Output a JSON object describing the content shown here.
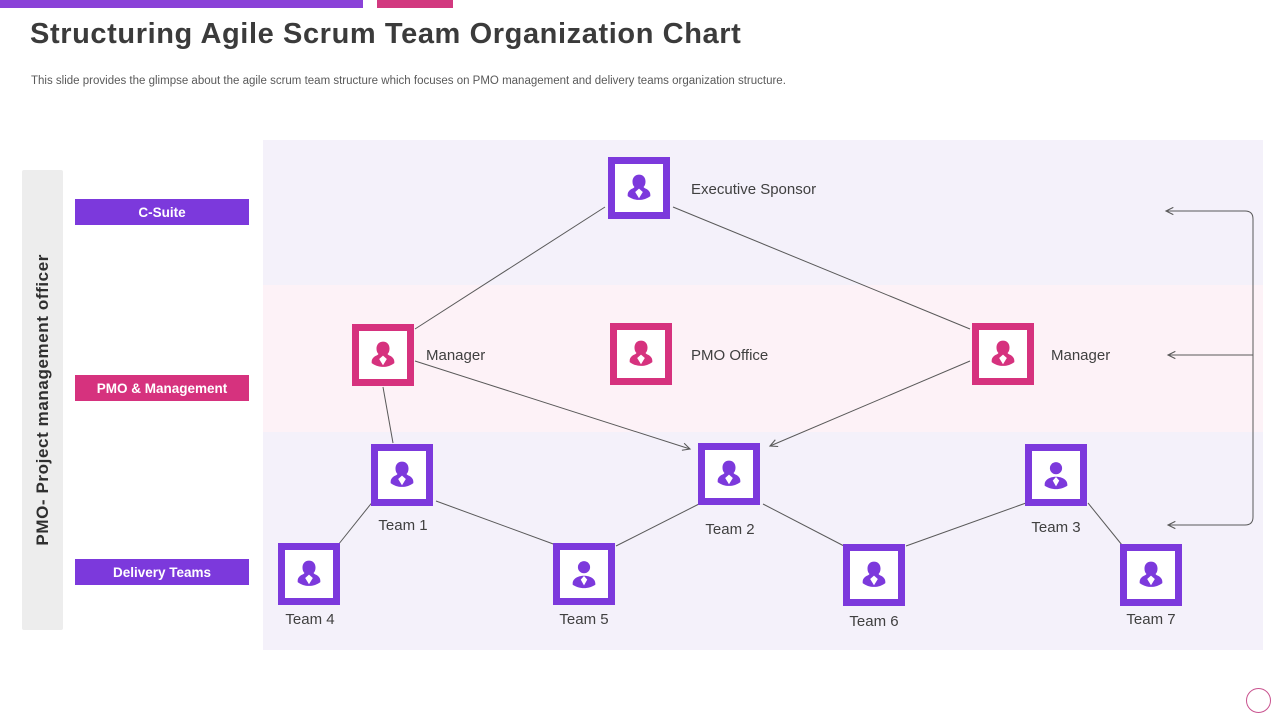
{
  "slide": {
    "title": "Structuring Agile Scrum Team Organization Chart",
    "subtitle": "This slide provides the glimpse about the agile scrum team structure which focuses on PMO management and delivery teams organization structure."
  },
  "sidebar": {
    "label": "PMO- Project management officer"
  },
  "swimlanes": {
    "rows": [
      {
        "label": "C-Suite",
        "color": "#7c39dc"
      },
      {
        "label": "PMO & Management",
        "color": "#d6327e"
      },
      {
        "label": "Delivery Teams",
        "color": "#7c39dc"
      }
    ]
  },
  "diagram": {
    "nodes": [
      {
        "id": "executive-sponsor",
        "label": "Executive Sponsor",
        "icon": "person-female-icon",
        "accent": "#7c39dc",
        "row": "C-Suite"
      },
      {
        "id": "manager-left",
        "label": "Manager",
        "icon": "person-female-icon",
        "accent": "#d6327e",
        "row": "PMO & Management"
      },
      {
        "id": "pmo-office",
        "label": "PMO Office",
        "icon": "person-female-icon",
        "accent": "#d6327e",
        "row": "PMO & Management"
      },
      {
        "id": "manager-right",
        "label": "Manager",
        "icon": "person-female-icon",
        "accent": "#d6327e",
        "row": "PMO & Management"
      },
      {
        "id": "team-1",
        "label": "Team 1",
        "icon": "person-female-icon",
        "accent": "#7c39dc",
        "row": "Delivery Teams"
      },
      {
        "id": "team-2",
        "label": "Team 2",
        "icon": "person-female-icon",
        "accent": "#7c39dc",
        "row": "Delivery Teams"
      },
      {
        "id": "team-3",
        "label": "Team 3",
        "icon": "person-male-icon",
        "accent": "#7c39dc",
        "row": "Delivery Teams"
      },
      {
        "id": "team-4",
        "label": "Team 4",
        "icon": "person-female-icon",
        "accent": "#7c39dc",
        "row": "Delivery Teams"
      },
      {
        "id": "team-5",
        "label": "Team 5",
        "icon": "person-male-icon",
        "accent": "#7c39dc",
        "row": "Delivery Teams"
      },
      {
        "id": "team-6",
        "label": "Team 6",
        "icon": "person-female-icon",
        "accent": "#7c39dc",
        "row": "Delivery Teams"
      },
      {
        "id": "team-7",
        "label": "Team 7",
        "icon": "person-female-icon",
        "accent": "#7c39dc",
        "row": "Delivery Teams"
      }
    ],
    "connections": [
      {
        "from": "executive-sponsor",
        "to": "manager-left",
        "arrow": false
      },
      {
        "from": "executive-sponsor",
        "to": "manager-right",
        "arrow": false
      },
      {
        "from": "manager-left",
        "to": "team-2",
        "arrow": true
      },
      {
        "from": "manager-right",
        "to": "team-2",
        "arrow": true
      },
      {
        "from": "manager-left",
        "to": "team-1",
        "arrow": false
      },
      {
        "from": "team-1",
        "to": "team-4",
        "arrow": false
      },
      {
        "from": "team-1",
        "to": "team-5",
        "arrow": false
      },
      {
        "from": "team-5",
        "to": "team-2",
        "arrow": false
      },
      {
        "from": "team-2",
        "to": "team-6",
        "arrow": false
      },
      {
        "from": "team-6",
        "to": "team-3",
        "arrow": false
      },
      {
        "from": "team-3",
        "to": "team-7",
        "arrow": false
      },
      {
        "from": "right-rail",
        "to": "executive-sponsor",
        "arrow": true
      },
      {
        "from": "right-rail",
        "to": "manager-right",
        "arrow": true
      },
      {
        "from": "right-rail",
        "to": "team-3",
        "arrow": true
      }
    ]
  },
  "decorations": {
    "top_bar_purple": "#8a42d8",
    "top_bar_pink": "#d2397f",
    "band_lavender": "#f4f1fa",
    "band_pink": "#fdf2f7",
    "circle_outline": "#c9538f"
  }
}
